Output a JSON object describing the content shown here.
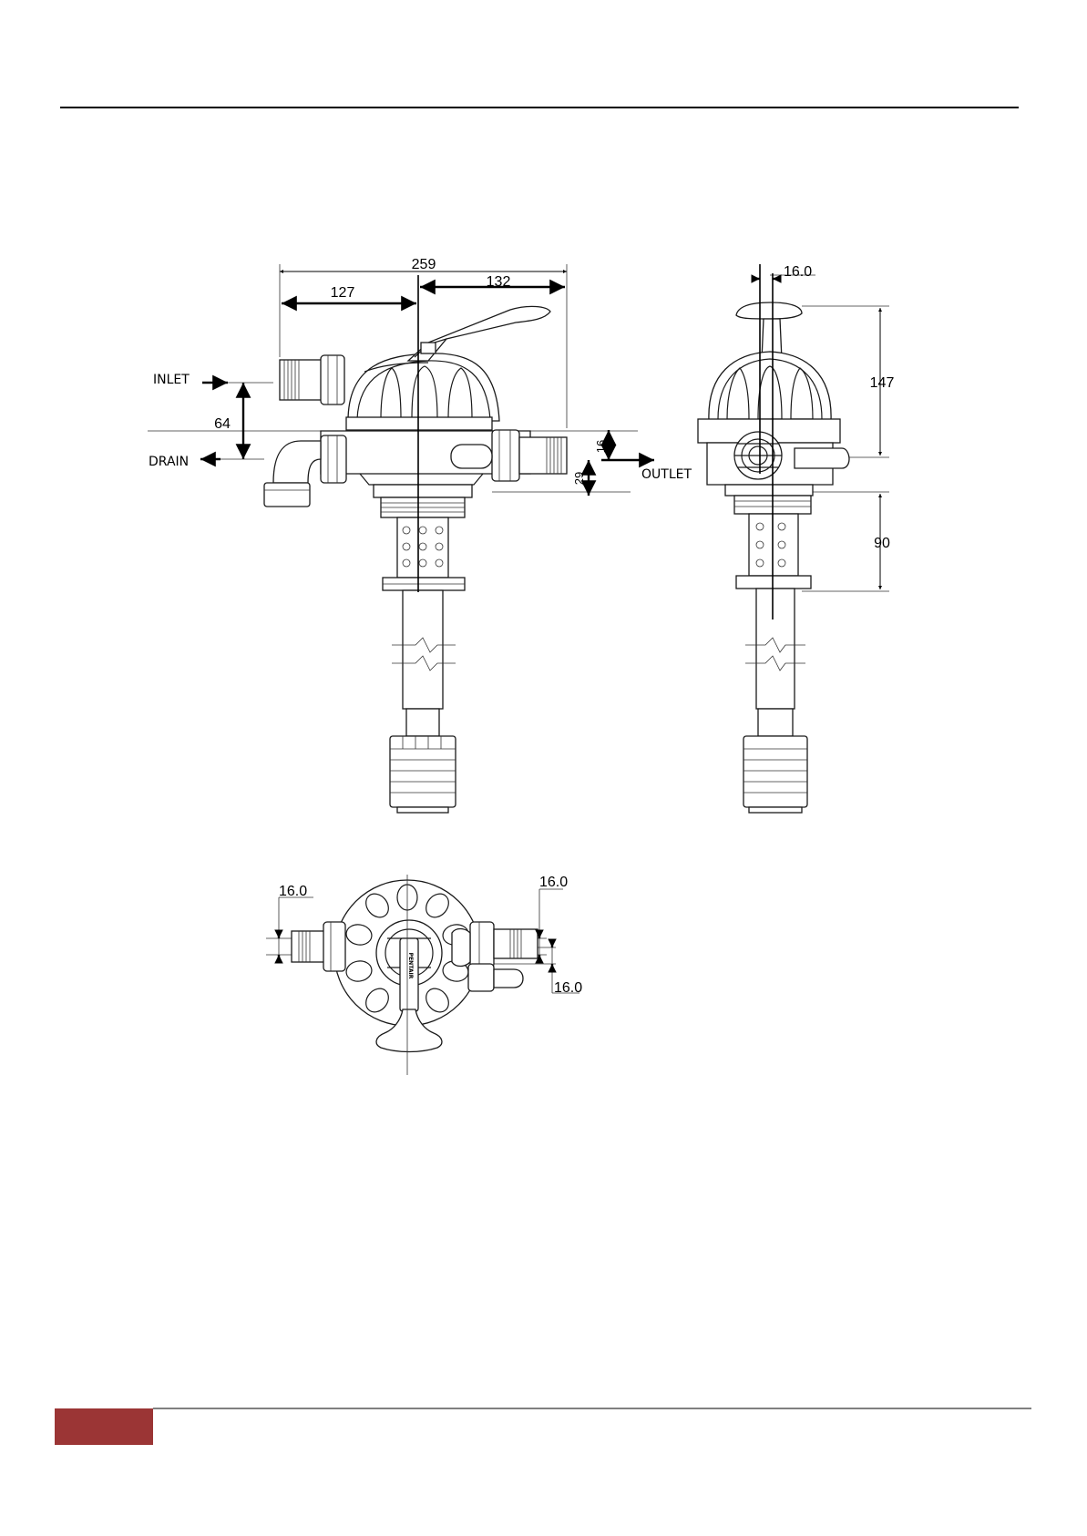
{
  "front_view": {
    "dim_total": "259",
    "dim_left": "127",
    "dim_right": "132",
    "dim_inlet_drain": "64",
    "dim_outlet_offset": "16",
    "dim_outlet_drop": "29",
    "label_inlet": "INLET",
    "label_drain": "DRAIN",
    "label_outlet": "OUTLET"
  },
  "side_view": {
    "dim_offset": "16.0",
    "dim_head_height": "147",
    "dim_body_height": "90"
  },
  "top_view": {
    "dim_left_port": "16.0",
    "dim_right_port": "16.0",
    "dim_right_offset": "16.0",
    "brand_mark": "PENTAIR"
  },
  "colors": {
    "footer_accent": "#9b3535",
    "line": "#1a1a1a"
  }
}
